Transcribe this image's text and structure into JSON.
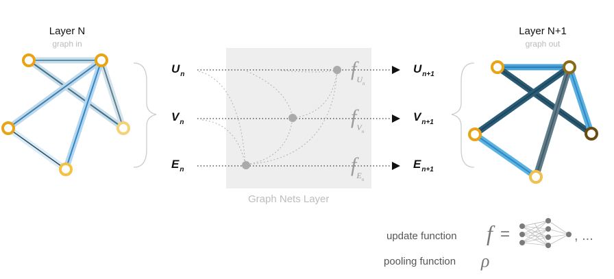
{
  "input": {
    "title": "Layer N",
    "subtitle": "graph in"
  },
  "output": {
    "title": "Layer N+1",
    "subtitle": "graph out"
  },
  "layer": {
    "caption": "Graph Nets Layer"
  },
  "vars_in": [
    {
      "letter": "U",
      "sub": "n"
    },
    {
      "letter": "V",
      "sub": "n"
    },
    {
      "letter": "E",
      "sub": "n"
    }
  ],
  "vars_out": [
    {
      "letter": "U",
      "sub": "n+1"
    },
    {
      "letter": "V",
      "sub": "n+1"
    },
    {
      "letter": "E",
      "sub": "n+1"
    }
  ],
  "funcs": [
    {
      "f": "f",
      "sub": "U",
      "subsub": "n"
    },
    {
      "f": "f",
      "sub": "V",
      "subsub": "n"
    },
    {
      "f": "f",
      "sub": "E",
      "subsub": "n"
    }
  ],
  "legend": {
    "update_label": "update function",
    "f_symbol": "f",
    "equals": "=",
    "ellipsis": ", ...",
    "pooling_label": "pooling function",
    "rho_symbol": "ρ"
  },
  "colors": {
    "node_gold": "#e8a317",
    "node_light": "#f5d27a",
    "node_brown": "#7a5a14",
    "edge_blue": "#4aa3d8",
    "edge_dark": "#2b5a73",
    "panel": "#eeeeee"
  }
}
